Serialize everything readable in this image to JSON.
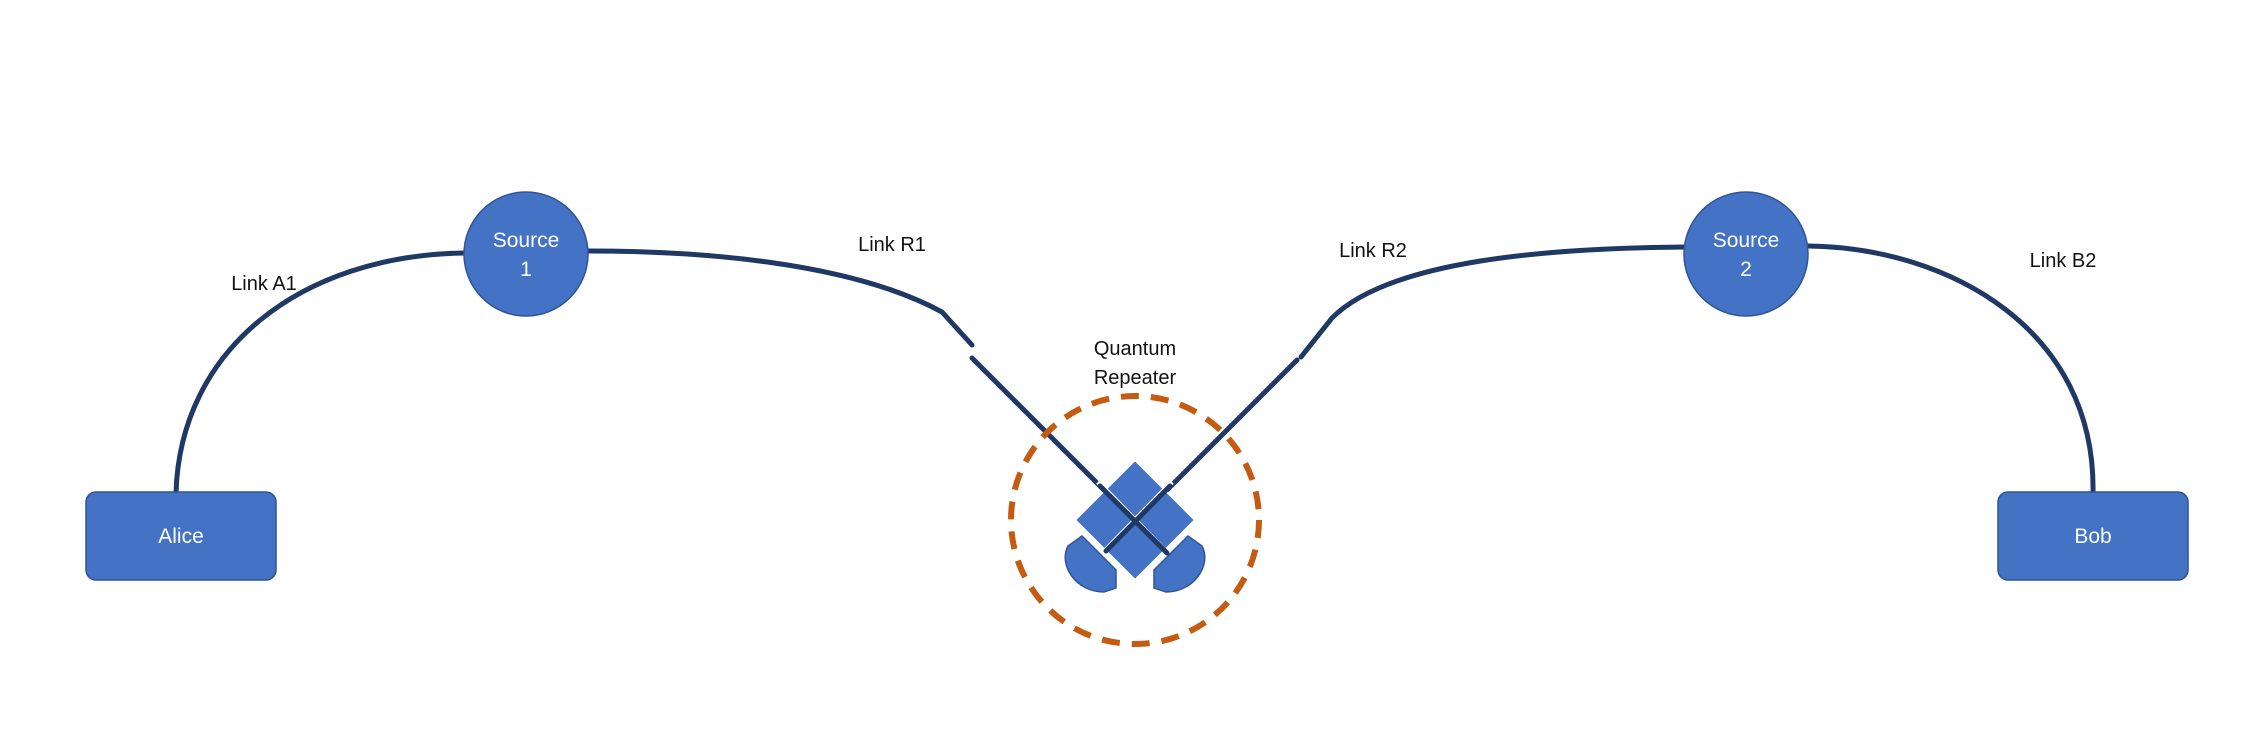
{
  "diagram": {
    "colors": {
      "node_fill": "#4472C4",
      "node_stroke": "#2F5597",
      "link": "#1F3864",
      "repeater_ring": "#C55A11"
    },
    "nodes": {
      "alice": "Alice",
      "bob": "Bob",
      "source1": {
        "line1": "Source",
        "line2": "1"
      },
      "source2": {
        "line1": "Source",
        "line2": "2"
      }
    },
    "links": {
      "a1": "Link A1",
      "r1": "Link R1",
      "r2": "Link R2",
      "b2": "Link B2"
    },
    "repeater": {
      "line1": "Quantum",
      "line2": "Repeater"
    }
  }
}
